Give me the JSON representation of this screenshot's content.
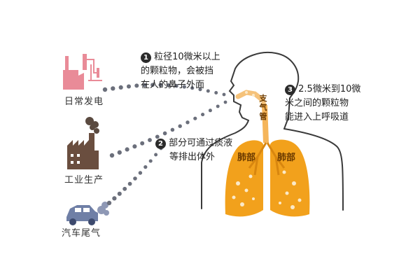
{
  "sources": {
    "power": "日常发电",
    "industry": "工业生产",
    "vehicle": "汽车尾气"
  },
  "notes": [
    {
      "badge": "1",
      "lines": [
        "粒径10微米以上",
        "的颗粒物，会被挡",
        "在人的鼻子外面"
      ]
    },
    {
      "badge": "2",
      "lines": [
        "部分可通过痰液",
        "等排出体外"
      ]
    },
    {
      "badge": "3",
      "lines": [
        "2.5微米到10微",
        "米之间的颗粒物",
        "能进入上呼吸道"
      ]
    }
  ],
  "body_labels": {
    "bronchus": [
      "支",
      "气",
      "管"
    ],
    "lung_left": "肺部",
    "lung_right": "肺部"
  },
  "icons": [
    "power-plant-icon",
    "factory-icon",
    "car-exhaust-icon"
  ],
  "colors": {
    "lung": "#f2a11c",
    "trachea": "#f5b55a",
    "outline": "#3a3a3a",
    "dots": "#6b6f7b",
    "power": "#e98b98",
    "factory": "#6a4e3f",
    "car": "#6f7fa6"
  }
}
